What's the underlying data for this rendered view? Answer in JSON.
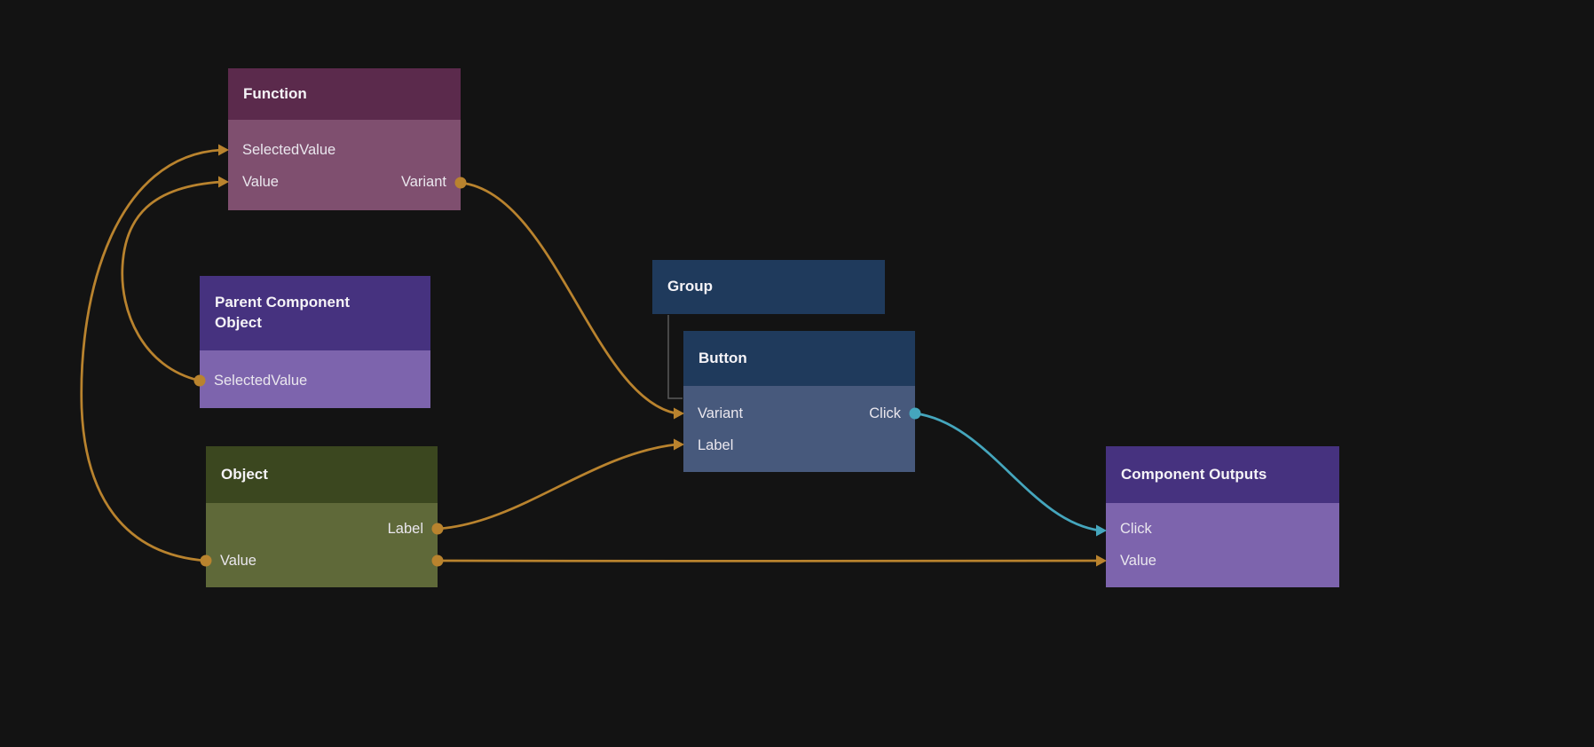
{
  "canvas": {
    "background": "#131313"
  },
  "colors": {
    "wire_signal": "#b9832e",
    "wire_event": "#45a6bd",
    "hierarchy_line": "#5a5a5a",
    "port_text": "#eae7ee",
    "title_text": "#f5f3f7"
  },
  "nodes": {
    "function": {
      "title": "Function",
      "header_color": "#5b2a4c",
      "body_color": "#7f4f6f",
      "inputs": [
        "SelectedValue",
        "Value"
      ],
      "outputs": [
        "Variant"
      ]
    },
    "parent_component_object": {
      "title": "Parent Component Object",
      "header_color": "#46327f",
      "body_color": "#7d64ad",
      "outputs": [
        "SelectedValue"
      ]
    },
    "group": {
      "title": "Group",
      "header_color": "#1f3a5c"
    },
    "button": {
      "title": "Button",
      "header_color": "#1f3a5c",
      "body_color": "#47597c",
      "inputs": [
        "Variant",
        "Label"
      ],
      "outputs": [
        "Click"
      ]
    },
    "object": {
      "title": "Object",
      "header_color": "#3b471f",
      "body_color": "#5f6939",
      "outputs": [
        "Label",
        "Value"
      ]
    },
    "component_outputs": {
      "title": "Component Outputs",
      "header_color": "#46327f",
      "body_color": "#7d64ad",
      "inputs": [
        "Click",
        "Value"
      ]
    }
  },
  "edges": [
    {
      "from": "Object.Value",
      "to": "Function.SelectedValue",
      "color": "#b9832e"
    },
    {
      "from": "Parent Component Object.SelectedValue",
      "to": "Function.Value",
      "color": "#b9832e"
    },
    {
      "from": "Function.Variant",
      "to": "Button.Variant",
      "color": "#b9832e"
    },
    {
      "from": "Object.Label",
      "to": "Button.Label",
      "color": "#b9832e"
    },
    {
      "from": "Object.Value",
      "to": "Component Outputs.Value",
      "color": "#b9832e"
    },
    {
      "from": "Button.Click",
      "to": "Component Outputs.Click",
      "color": "#45a6bd"
    },
    {
      "from": "Group",
      "to": "Button",
      "type": "hierarchy",
      "color": "#5a5a5a"
    }
  ]
}
